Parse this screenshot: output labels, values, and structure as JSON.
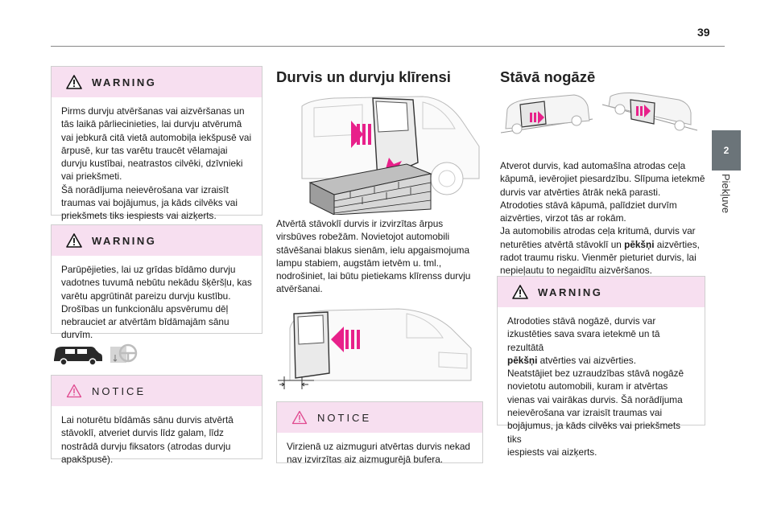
{
  "page": {
    "number": "39",
    "tab_number": "2",
    "section_label": "Piekļuve"
  },
  "left": {
    "warning1": {
      "heading": "WARNING",
      "lines": [
        "Pirms durvju atvēršanas vai aizvēršanas un",
        "tās laikā pārliecinieties, lai durvju atvērumā",
        "vai jebkurā citā vietā automobiļa iekšpusē vai",
        "ārpusē, kur tas varētu traucēt vēlamajai",
        "durvju kustībai, neatrastos cilvēki, dzīvnieki",
        "vai priekšmeti.",
        "Šā norādījuma neievērošana var izraisīt",
        "traumas vai bojājumus, ja kāds cilvēks vai",
        "priekšmets tiks iespiests vai aizķerts."
      ]
    },
    "warning2": {
      "heading": "WARNING",
      "lines": [
        "Parūpējieties, lai uz grīdas bīdāmo durvju",
        "vadotnes tuvumā nebūtu nekādu šķēršļu, kas",
        "varētu apgrūtināt pareizu durvju kustību.",
        "Drošības un funkcionālu apsvērumu dēļ",
        "nebrauciet ar atvērtām bīdāmajām sānu",
        "durvīm."
      ]
    },
    "notice": {
      "heading": "NOTICE",
      "lines": [
        "Lai noturētu bīdāmās sānu durvis atvērtā",
        "stāvoklī, atveriet durvis līdz galam, līdz",
        "nostrādā durvju fiksators (atrodas durvju",
        "apakšpusē)."
      ]
    }
  },
  "middle": {
    "title": "Durvis un durvju klīrensi",
    "body_lines": [
      "Atvērtā stāvoklī durvis ir izvirzītas ārpus",
      "virsbūves robežām. Novietojot automobili",
      "stāvēšanai blakus sienām, ielu apgaismojuma",
      "lampu stabiem, augstām ietvēm u. tml.,",
      "nodrošiniet, lai būtu pietiekams klīrenss durvju",
      "atvēršanai."
    ],
    "notice": {
      "heading": "NOTICE",
      "lines": [
        "Virzienā uz aizmuguri atvērtas durvis nekad",
        "nav izvirzītas aiz aizmugurējā bufera."
      ]
    }
  },
  "right": {
    "title": "Stāvā nogāzē",
    "body": [
      {
        "text": "Atverot durvis, kad automašīna atrodas ceļa"
      },
      {
        "text": "kāpumā, ievērojiet piesardzību. Slīpuma ietekmē"
      },
      {
        "text": "durvis var atvērties ātrāk nekā parasti."
      },
      {
        "text": "Atrodoties stāvā kāpumā, palīdziet durvīm"
      },
      {
        "text": "aizvērties, virzot tās ar rokām."
      },
      {
        "text": "Ja automobilis atrodas ceļa kritumā, durvis var"
      },
      {
        "pre": "neturēties atvērtā stāvoklī un ",
        "bold": "pēkšņi",
        "post": " aizvērties,"
      },
      {
        "text": "radot traumu risku. Vienmēr pieturiet durvis, lai"
      },
      {
        "text": "nepieļautu to negaidītu aizvēršanos."
      }
    ],
    "warning": {
      "heading": "WARNING",
      "lines": [
        {
          "text": "Atrodoties stāvā nogāzē, durvis var"
        },
        {
          "text": "izkustēties sava svara ietekmē un tā rezultātā"
        },
        {
          "bold": "pēkšņi",
          "post": " atvērties vai aizvērties."
        },
        {
          "text": "Neatstājiet bez uzraudzības stāvā nogāzē"
        },
        {
          "text": "novietotu automobili, kuram ir atvērtas"
        },
        {
          "text": "vienas vai vairākas durvis. Šā norādījuma"
        },
        {
          "text": "neievērošana var izraisīt traumas vai"
        },
        {
          "text": "bojājumus, ja kāds cilvēks vai priekšmets tiks"
        },
        {
          "text": "iespiests vai aizķerts."
        }
      ]
    }
  },
  "colors": {
    "box_header": "#f7dff0",
    "arrow": "#e8208a",
    "tab": "#6b7479"
  }
}
